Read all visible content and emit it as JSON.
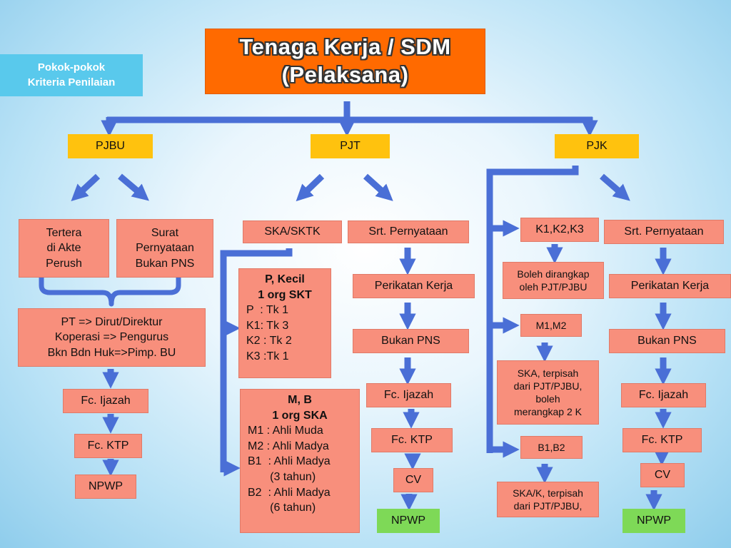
{
  "title": "Tenaga Kerja / SDM\n(Pelaksana)",
  "side_label": "Pokok-pokok\nKriteria Penilaian",
  "categories": {
    "pjbu": "PJBU",
    "pjt": "PJT",
    "pjk": "PJK"
  },
  "pjbu": {
    "tertera": "Tertera\ndi Akte\nPerush",
    "surat": "Surat\nPernyataan\nBukan PNS",
    "pt": "PT => Dirut/Direktur\nKoperasi => Pengurus\nBkn Bdn Huk=>Pimp. BU",
    "ijazah": "Fc. Ijazah",
    "ktp": "Fc. KTP",
    "npwp": "NPWP"
  },
  "pjt": {
    "ska_sktk": "SKA/SKTK",
    "pkecil_title": "P, Kecil\n1 org SKT",
    "pkecil_lines": "P  : Tk 1\nK1: Tk 3\nK2 : Tk 2\nK3 :Tk 1",
    "mb_title": "M, B\n1 org SKA",
    "mb_lines": "M1 : Ahli Muda\nM2 : Ahli Madya\nB1  : Ahli Madya\n       (3 tahun)\nB2  : Ahli Madya\n       (6 tahun)",
    "pernyataan": "Srt. Pernyataan",
    "perikatan": "Perikatan Kerja",
    "bukan_pns": "Bukan PNS",
    "ijazah": "Fc. Ijazah",
    "ktp": "Fc. KTP",
    "cv": "CV",
    "npwp": "NPWP"
  },
  "pjk": {
    "k": "K1,K2,K3",
    "k_note": "Boleh dirangkap\noleh PJT/PJBU",
    "m": "M1,M2",
    "m_note": "SKA, terpisah\ndari PJT/PJBU,\nboleh\nmerangkap 2 K",
    "b": "B1,B2",
    "b_note": "SKA/K, terpisah\ndari PJT/PJBU,",
    "pernyataan": "Srt. Pernyataan",
    "perikatan": "Perikatan Kerja",
    "bukan_pns": "Bukan PNS",
    "ijazah": "Fc. Ijazah",
    "ktp": "Fc. KTP",
    "cv": "CV",
    "npwp": "NPWP"
  },
  "colors": {
    "arrow": "#4a6fd6",
    "salmon": "#f88f7c",
    "yellow": "#ffc20e",
    "green": "#7ed957",
    "title_bg": "#ff6a00",
    "label_bg": "#59c9ec"
  }
}
